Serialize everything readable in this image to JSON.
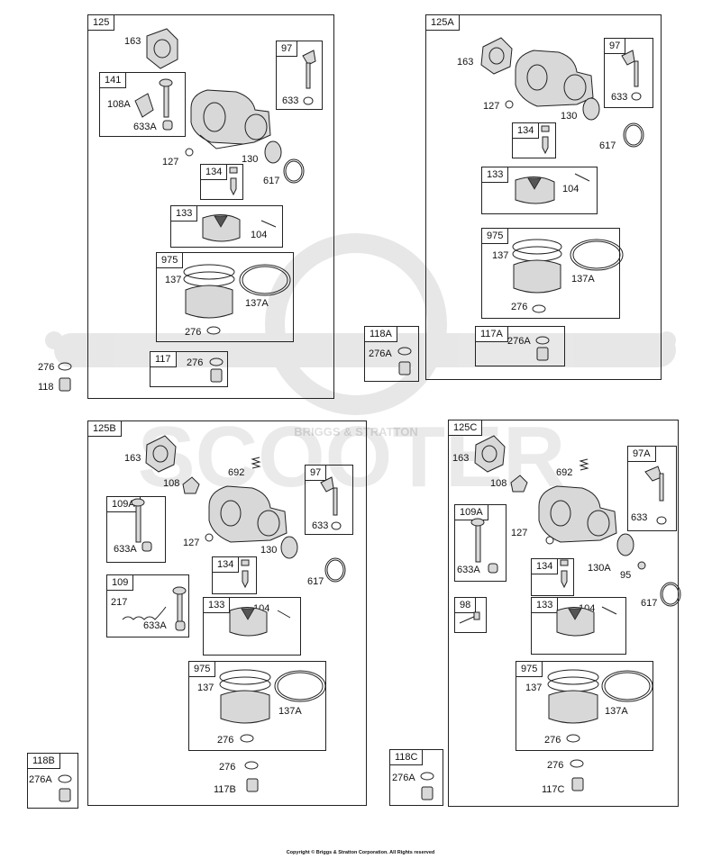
{
  "copyright": "Copyright © Briggs & Stratton Corporation. All Rights reserved",
  "watermark": {
    "text": "SCOOTER",
    "subtext": "BRIGGS & STRATTON"
  },
  "groups": {
    "g125": "125",
    "g97a": "97",
    "g141": "141",
    "g134a": "134",
    "g133a": "133",
    "g975a": "975",
    "g117": "117",
    "g125A": "125A",
    "g97b": "97",
    "g134b": "134",
    "g133b": "133",
    "g975b": "975",
    "g117A": "117A",
    "g118A": "118A",
    "g125B": "125B",
    "g109A_b": "109A",
    "g97c": "97",
    "g109": "109",
    "g134c": "134",
    "g133c": "133",
    "g975c": "975",
    "g118B": "118B",
    "g125C": "125C",
    "g97A": "97A",
    "g109A_c": "109A",
    "g134d": "134",
    "g98": "98",
    "g133d": "133",
    "g975d": "975",
    "g118C": "118C"
  },
  "labels": {
    "a163": "163",
    "a108A": "108A",
    "a633A": "633A",
    "a633": "633",
    "a127": "127",
    "a134_130": "130",
    "a617": "617",
    "a104": "104",
    "a137": "137",
    "a137A": "137A",
    "a276": "276",
    "a117_276": "276",
    "a276_out": "276",
    "a118": "118",
    "b163": "163",
    "b127": "127",
    "b130": "130",
    "b633": "633",
    "b617": "617",
    "b104": "104",
    "b137": "137",
    "b137A": "137A",
    "b276": "276",
    "b276A": "276A",
    "b118_276A": "276A",
    "c163": "163",
    "c108": "108",
    "c692": "692",
    "c633A": "633A",
    "c127": "127",
    "c130": "130",
    "c633": "633",
    "c617": "617",
    "c217": "217",
    "c633A2": "633A",
    "c104": "104",
    "c137": "137",
    "c137A": "137A",
    "c276": "276",
    "c276b": "276",
    "c117B": "117B",
    "c276A": "276A",
    "d163": "163",
    "d108": "108",
    "d692": "692",
    "d633A": "633A",
    "d127": "127",
    "d130A": "130A",
    "d95": "95",
    "d633": "633",
    "d617": "617",
    "d104": "104",
    "d137": "137",
    "d137A": "137A",
    "d276": "276",
    "d276b": "276",
    "d117C": "117C",
    "d276A": "276A"
  }
}
